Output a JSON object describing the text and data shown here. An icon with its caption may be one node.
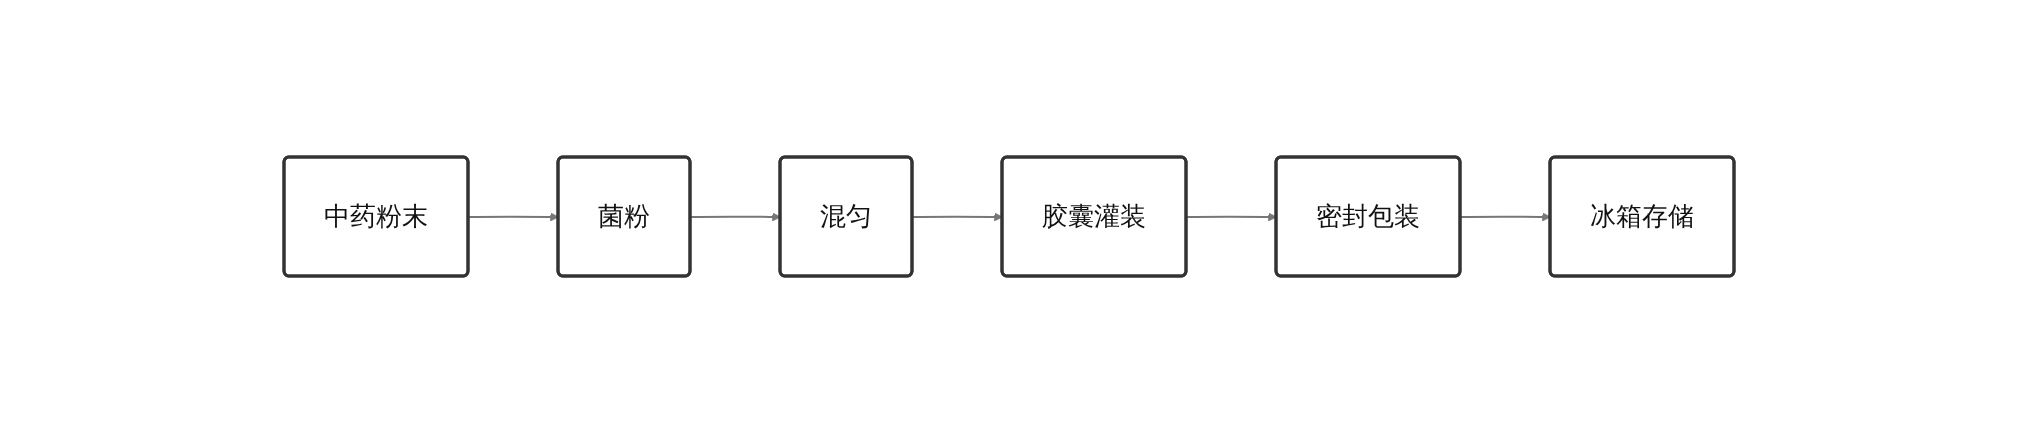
{
  "diagram": {
    "nodes": [
      {
        "text": [
          "中药粉末"
        ]
      },
      {
        "text": [
          "菌粉"
        ]
      },
      {
        "text": [
          "混匀"
        ]
      },
      {
        "text": [
          "胶囊灌装"
        ]
      },
      {
        "text": [
          "密封包装"
        ]
      },
      {
        "text": [
          "冰箱存储"
        ]
      }
    ],
    "edges": [
      {
        "from": 0,
        "to": 1,
        "arrow": "to"
      },
      {
        "from": 1,
        "to": 2,
        "arrow": "to"
      },
      {
        "from": 2,
        "to": 3,
        "arrow": "to"
      },
      {
        "from": 3,
        "to": 4,
        "arrow": "to"
      },
      {
        "from": 4,
        "to": 5,
        "arrow": "to"
      }
    ]
  }
}
